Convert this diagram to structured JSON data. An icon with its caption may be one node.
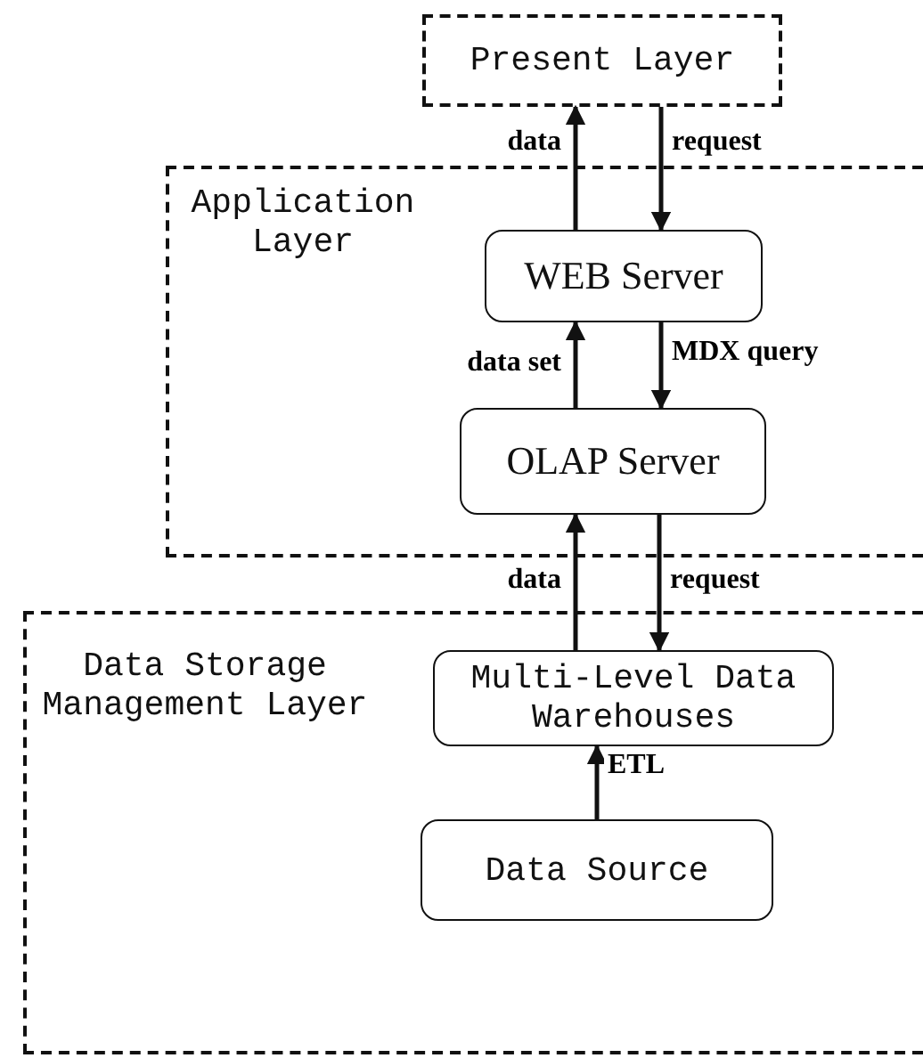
{
  "diagram": {
    "nodes": [
      {
        "text": [
          "Present Layer"
        ]
      },
      {
        "text": [
          "Application Layer"
        ]
      },
      {
        "text": [
          "WEB Server"
        ],
        "in": 1
      },
      {
        "text": [
          "OLAP Server"
        ],
        "in": 1
      },
      {
        "text": [
          "Data Storage Management Layer"
        ]
      },
      {
        "text": [
          "Multi-Level Data Warehouses"
        ],
        "in": 4
      },
      {
        "text": [
          "Data Source"
        ],
        "in": 4
      }
    ],
    "edges": [
      {
        "from": 2,
        "to": 0,
        "arrow": "to",
        "label": "data"
      },
      {
        "from": 0,
        "to": 2,
        "arrow": "to",
        "label": "request"
      },
      {
        "from": 3,
        "to": 2,
        "arrow": "to",
        "label": "data set"
      },
      {
        "from": 2,
        "to": 3,
        "arrow": "to",
        "label": "MDX query"
      },
      {
        "from": 5,
        "to": 3,
        "arrow": "to",
        "label": "data"
      },
      {
        "from": 3,
        "to": 5,
        "arrow": "to",
        "label": "request"
      },
      {
        "from": 6,
        "to": 5,
        "arrow": "to",
        "label": "ETL"
      }
    ]
  }
}
